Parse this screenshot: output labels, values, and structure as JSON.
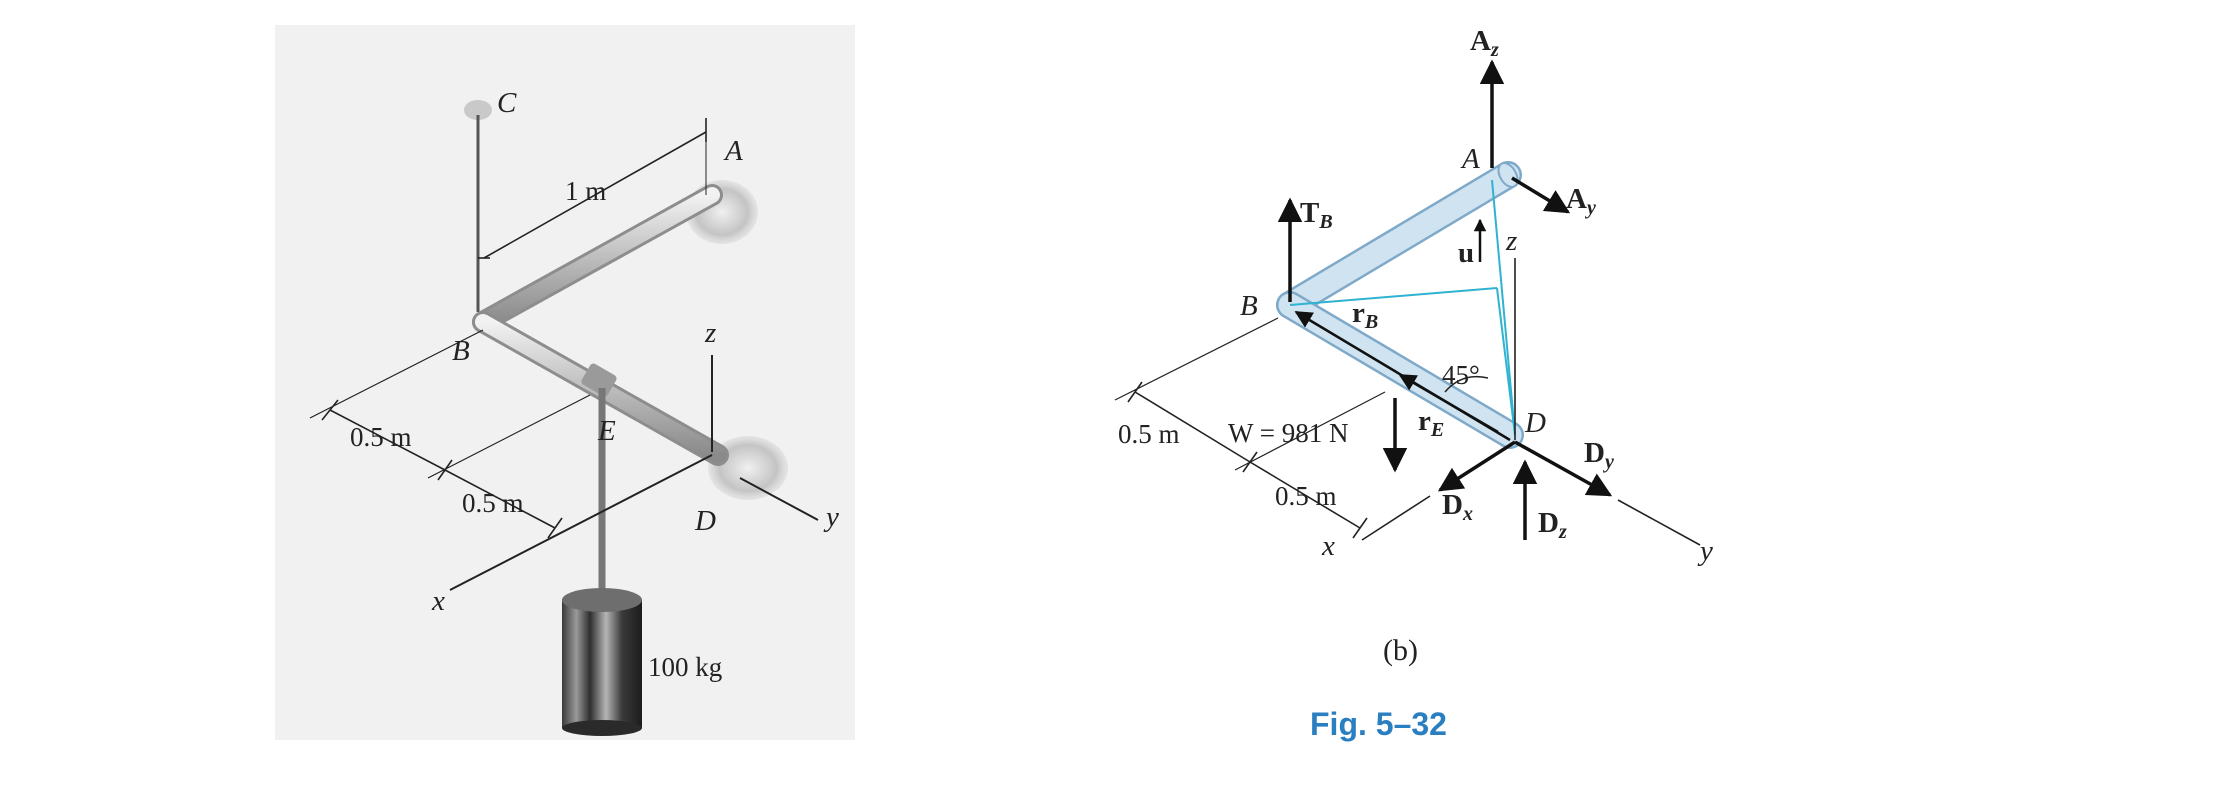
{
  "left_figure": {
    "labels": {
      "C": "C",
      "A": "A",
      "B": "B",
      "E": "E",
      "D": "D",
      "z": "z",
      "x": "x",
      "y": "y"
    },
    "dims": {
      "ab_length": "1 m",
      "be_length": "0.5 m",
      "ed_length": "0.5 m"
    },
    "mass_label": "100 kg"
  },
  "right_figure": {
    "labels": {
      "Az": "A",
      "Az_sub": "z",
      "A": "A",
      "Ay": "A",
      "Ay_sub": "y",
      "TB": "T",
      "TB_sub": "B",
      "u": "u",
      "z": "z",
      "B": "B",
      "rB": "r",
      "rB_sub": "B",
      "angle": "45°",
      "rE": "r",
      "rE_sub": "E",
      "D": "D",
      "Dy": "D",
      "Dy_sub": "y",
      "Dx": "D",
      "Dx_sub": "x",
      "Dz": "D",
      "Dz_sub": "z",
      "x": "x",
      "y": "y"
    },
    "weight_label": "W = 981 N",
    "dims": {
      "be_length": "0.5 m",
      "ed_length": "0.5 m"
    },
    "caption": "(b)"
  },
  "figure_caption": "Fig. 5–32"
}
